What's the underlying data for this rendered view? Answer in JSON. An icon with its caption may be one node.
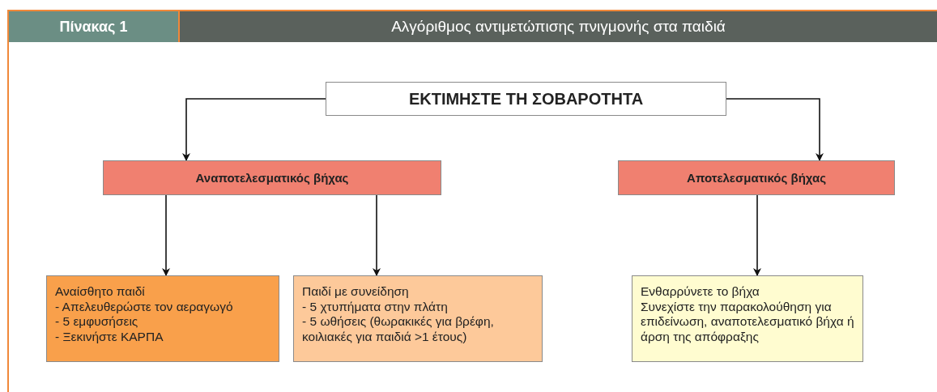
{
  "diagram": {
    "title": "Αλγόριθμος αντιμετώπισης πνιγμονής στα παιδιά",
    "nodes": [
      {
        "text": [
          "ΕΚΤΙΜΗΣΤΕ ΤΗ ΣΟΒΑΡΟΤΗΤΑ"
        ]
      },
      {
        "text": [
          "Αναποτελεσματικός βήχας"
        ]
      },
      {
        "text": [
          "Αποτελεσματικός βήχας"
        ]
      },
      {
        "text": [
          "Αναίσθητο παιδί",
          "- Απελευθερώστε τον αεραγωγό",
          "- 5 εμφυσήσεις",
          "- Ξεκινήστε ΚΑΡΠΑ"
        ]
      },
      {
        "text": [
          "Παιδί με συνείδηση",
          "- 5 χτυπήματα στην πλάτη",
          "- 5 ωθήσεις (θωρακικές για βρέφη, κοιλιακές για παιδιά >1 έτους)"
        ]
      },
      {
        "text": [
          "Ενθαρρύνετε το βήχα",
          "Συνεχίστε την παρακολούθηση για επιδείνωση, αναποτελεσματικό βήχα ή άρση της απόφραξης"
        ]
      }
    ],
    "edges": [
      {
        "from": 0,
        "to": 1,
        "arrow": "to"
      },
      {
        "from": 0,
        "to": 2,
        "arrow": "to"
      },
      {
        "from": 1,
        "to": 3,
        "arrow": "to"
      },
      {
        "from": 1,
        "to": 4,
        "arrow": "to"
      },
      {
        "from": 2,
        "to": 5,
        "arrow": "to"
      }
    ],
    "labels": [
      "Πίνακας 1"
    ]
  }
}
